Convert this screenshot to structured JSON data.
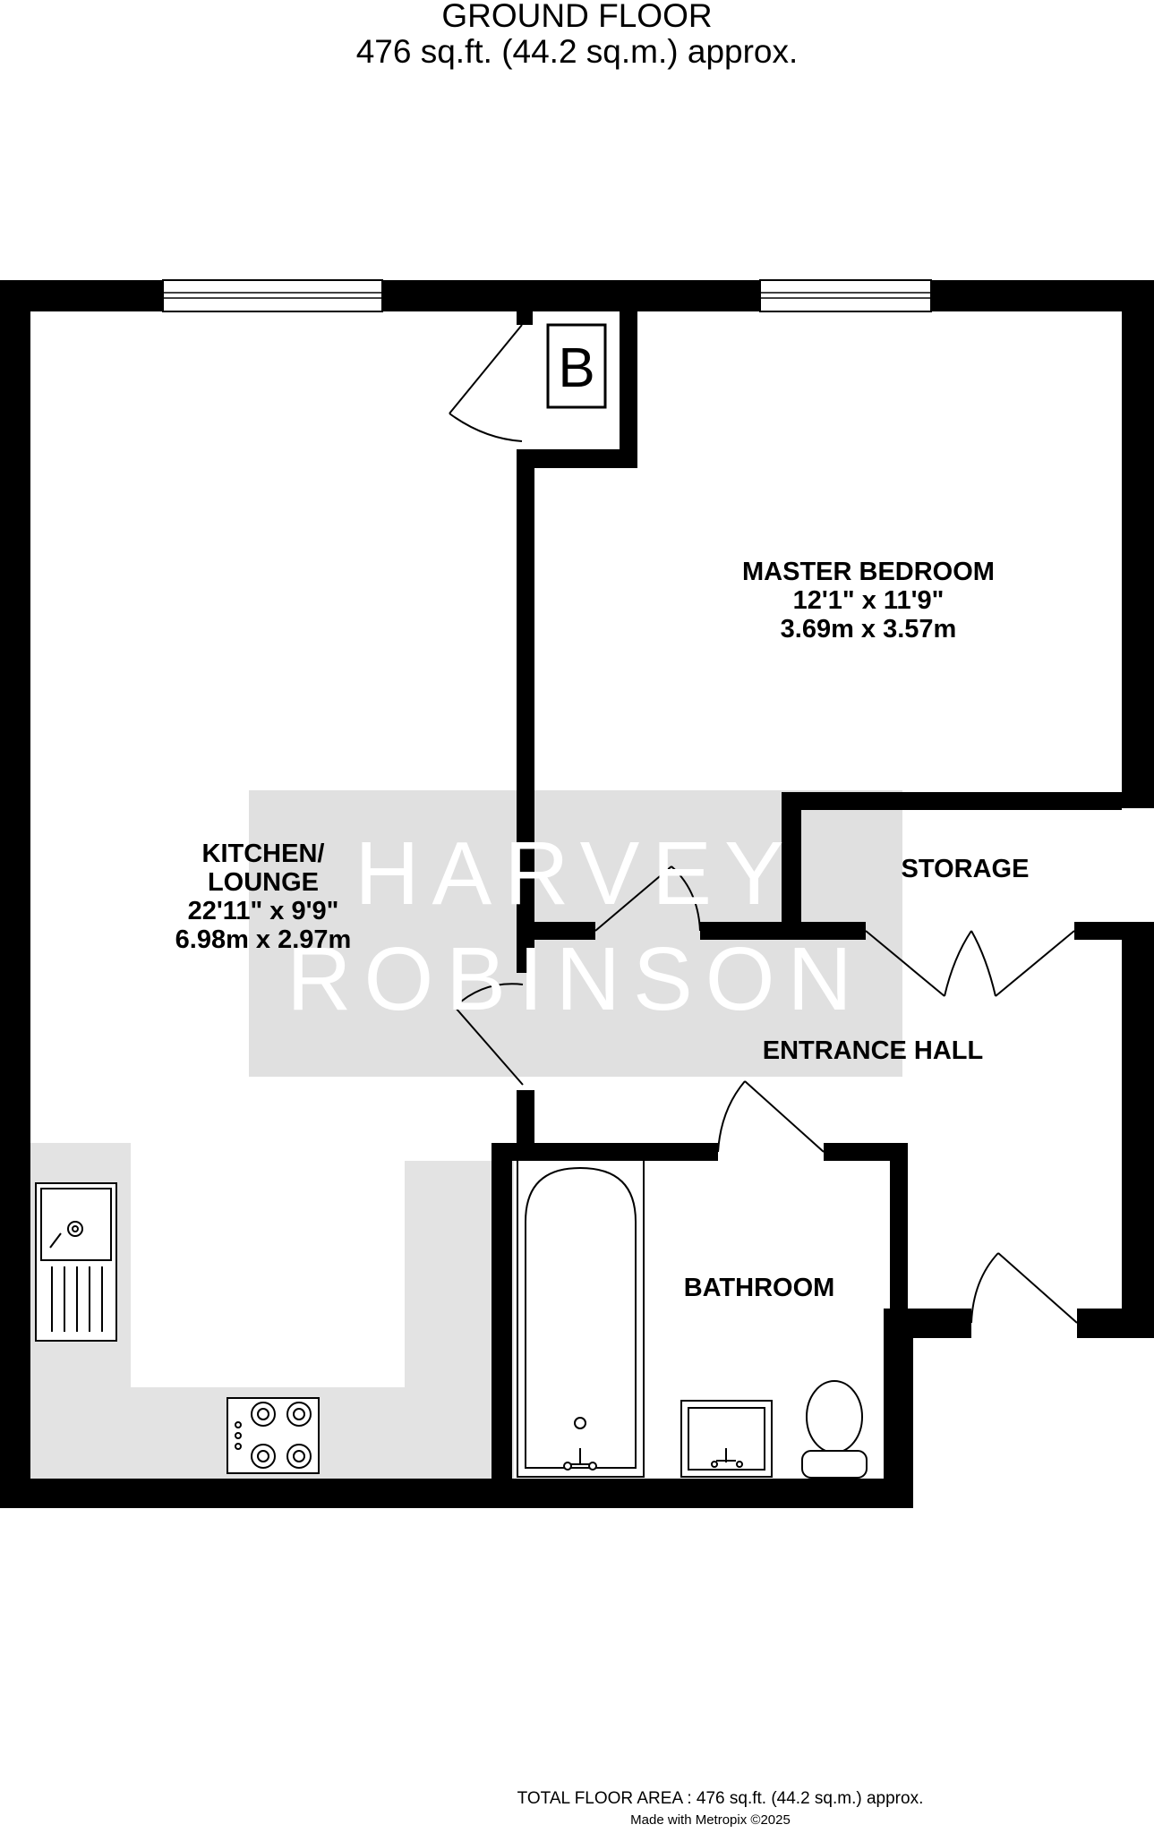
{
  "header": {
    "floor_name": "GROUND FLOOR",
    "floor_area": "476 sq.ft. (44.2 sq.m.) approx."
  },
  "rooms": {
    "kitchen": {
      "name_line1": "KITCHEN/",
      "name_line2": "LOUNGE",
      "size_imperial": "22'11\"  x 9'9\"",
      "size_metric": "6.98m  x 2.97m"
    },
    "bedroom": {
      "name": "MASTER BEDROOM",
      "size_imperial": "12'1\"  x 11'9\"",
      "size_metric": "3.69m  x 3.57m"
    },
    "storage": {
      "name": "STORAGE"
    },
    "hall": {
      "name": "ENTRANCE HALL"
    },
    "bathroom": {
      "name": "BATHROOM"
    },
    "boiler": {
      "name": "B"
    }
  },
  "watermark": {
    "line1": "HARVEY",
    "line2": "ROBINSON"
  },
  "footer": {
    "total_area": "TOTAL FLOOR AREA : 476 sq.ft. (44.2 sq.m.) approx.",
    "credit": "Made with Metropix ©2025"
  },
  "colors": {
    "wall": "#000000",
    "fitted_units": "#e3e3e3",
    "watermark_box": "#e0e0e0",
    "watermark_text": "#ffffff"
  }
}
